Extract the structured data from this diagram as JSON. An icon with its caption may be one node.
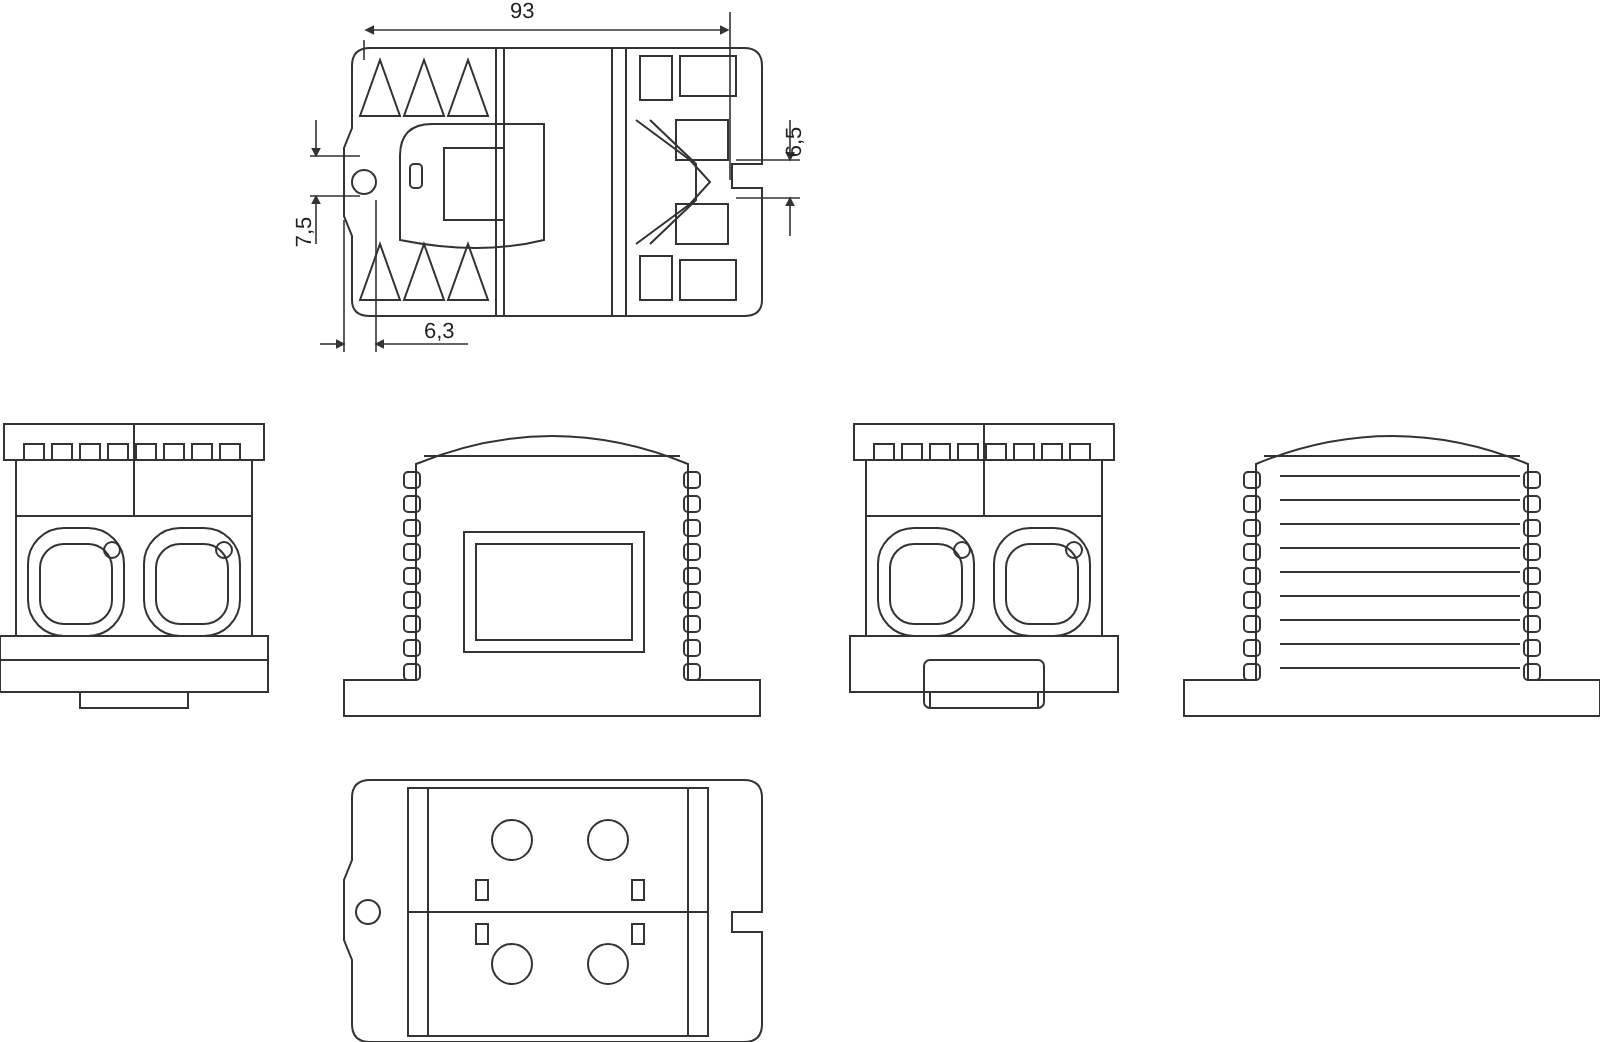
{
  "diagram": {
    "labels": [
      "93",
      "6,5",
      "7,5",
      "6,3"
    ]
  }
}
